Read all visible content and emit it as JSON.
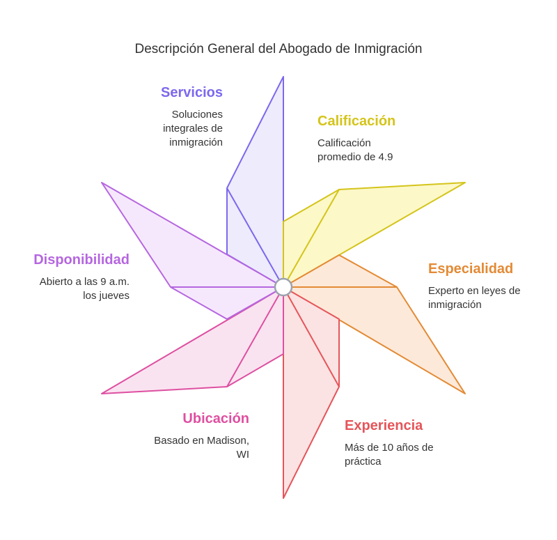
{
  "title": "Descripción General del Abogado de Inmigración",
  "center_color": "#9ca3af",
  "segments": [
    {
      "key": "servicios",
      "heading": "Servicios",
      "text": [
        "Soluciones",
        "integrales de",
        "inmigración"
      ],
      "color": "#7b68ee",
      "fill": "#eeebfc"
    },
    {
      "key": "calificacion",
      "heading": "Calificación",
      "text": [
        "Calificación",
        "promedio de 4.9"
      ],
      "color": "#d4c41a",
      "fill": "#fcf8c8"
    },
    {
      "key": "especialidad",
      "heading": "Especialidad",
      "text": [
        "Experto en leyes de",
        "inmigración"
      ],
      "color": "#e38a35",
      "fill": "#fde9d9"
    },
    {
      "key": "experiencia",
      "heading": "Experiencia",
      "text": [
        "Más de 10 años de",
        "práctica"
      ],
      "color": "#e5555a",
      "fill": "#fbe3e3"
    },
    {
      "key": "ubicacion",
      "heading": "Ubicación",
      "text": [
        "Basado en Madison,",
        "WI"
      ],
      "color": "#de4fa0",
      "fill": "#fae3f1"
    },
    {
      "key": "disponibilidad",
      "heading": "Disponibilidad",
      "text": [
        "Abierto a las 9 a.m.",
        "los jueves"
      ],
      "color": "#b566e0",
      "fill": "#f6e8fc"
    }
  ]
}
